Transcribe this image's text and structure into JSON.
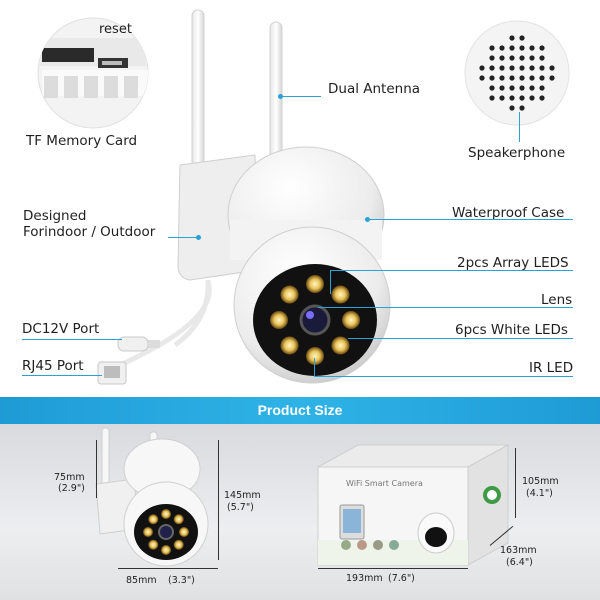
{
  "callouts": {
    "reset": "reset",
    "tf_card": "TF Memory Card",
    "dual_antenna": "Dual Antenna",
    "speakerphone": "Speakerphone",
    "designed_line1": "Designed",
    "designed_line2": "Forindoor / Outdoor",
    "waterproof": "Waterproof Case",
    "array_leds": "2pcs Array LEDS",
    "lens": "Lens",
    "dc_port": "DC12V Port",
    "white_leds": "6pcs White LEDs",
    "rj45_port": "RJ45 Port",
    "ir_led": "IR LED"
  },
  "banner": {
    "title": "Product Size"
  },
  "dimensions": {
    "cam_height_mm": "75mm",
    "cam_height_in": "(2.9\")",
    "cam_total_mm": "145mm",
    "cam_total_in": "(5.7\")",
    "cam_width": "85mm",
    "cam_width_in": "(3.3\")",
    "box_height_mm": "105mm",
    "box_height_in": "(4.1\")",
    "box_depth_mm": "163mm",
    "box_depth_in": "(6.4\")",
    "box_width": "193mm",
    "box_width_in": "(7.6\")"
  },
  "box": {
    "title": "WiFi Smart Camera"
  },
  "colors": {
    "accent": "#29a3d6",
    "banner": "#1e9bd6"
  }
}
